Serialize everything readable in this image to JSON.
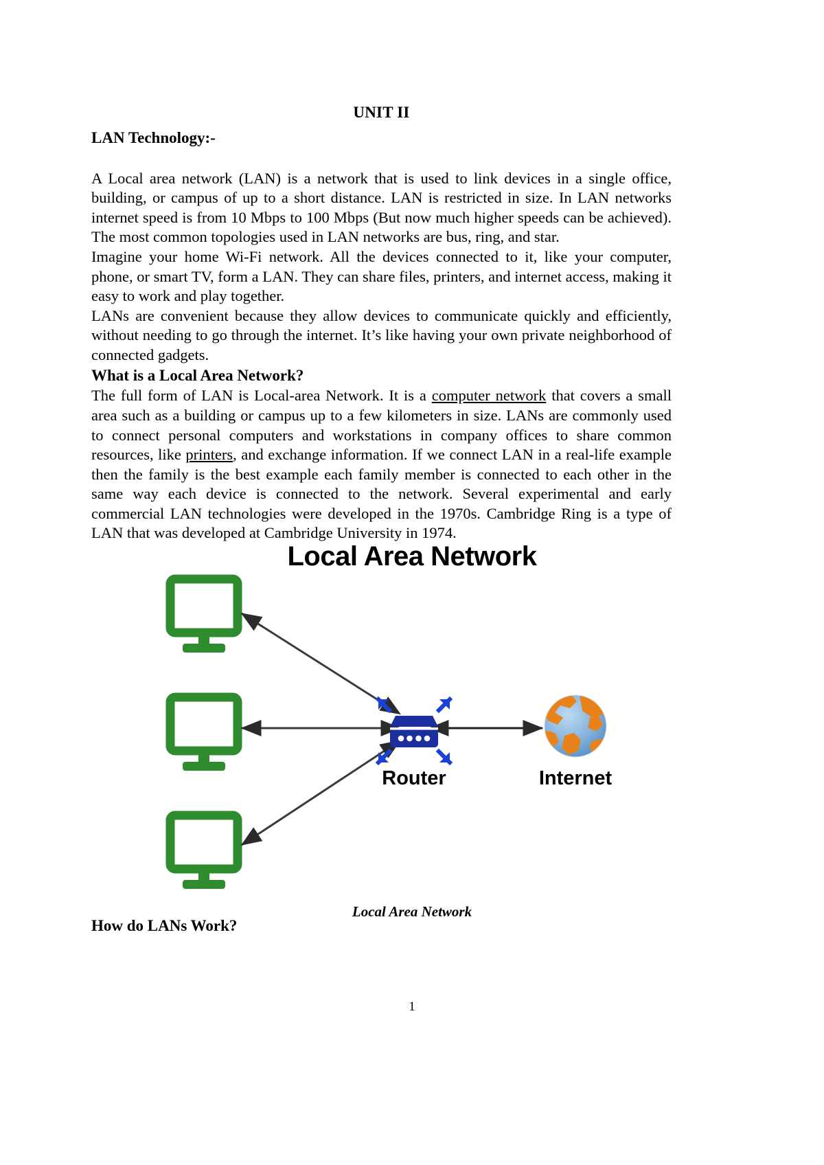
{
  "document": {
    "unit_title": "UNIT II",
    "topic_heading": "LAN Technology:-",
    "paragraphs": {
      "p1": "A Local area network (LAN) is a network that is used to link devices in a single office, building, or campus of up to a short distance. LAN is restricted in size. In LAN networks internet speed is from 10 Mbps to 100 Mbps (But now much higher speeds can be achieved). The most common topologies used in LAN networks are bus, ring, and star.",
      "p2": "Imagine your home Wi-Fi network. All the devices connected to it, like your computer, phone, or smart TV, form a LAN. They can share files, printers, and internet access, making it easy to work and play together.",
      "p3": "LANs are convenient because they allow devices to communicate quickly and efficiently, without needing to go through the internet. It’s like having your own private neighborhood of connected gadgets.",
      "heading2": "What is a Local Area Network?",
      "p4_part1": "The full form of LAN is Local-area Network. It is a ",
      "p4_link1": "computer network",
      "p4_part2": " that covers a small area such as a building or campus up to a few kilometers in size. LANs are commonly used to connect personal computers and workstations in company offices to share common resources, like ",
      "p4_link2": "printers",
      "p4_part3": ", and exchange information. If we connect LAN in a real-life example then the family is the best example each family member is connected to each other in the same way each device is connected to the network. Several experimental and early commercial LAN technologies were developed in the 1970s. Cambridge Ring is a type of LAN that was developed at Cambridge University in 1974."
    },
    "heading3": "How do LANs Work?",
    "page_number": "1"
  },
  "figure": {
    "title": "Local Area Network",
    "caption": "Local Area Network",
    "nodes": {
      "router_label": "Router",
      "internet_label": "Internet"
    },
    "computers": [
      {
        "id": "computer-1"
      },
      {
        "id": "computer-2"
      },
      {
        "id": "computer-3"
      }
    ],
    "colors": {
      "computer_green": "#2e8b2e",
      "router_blue": "#1c2f9e",
      "arrow_black": "#3a3a3a",
      "globe_orange": "#e8821a",
      "globe_blue": "#7fb0de"
    }
  }
}
